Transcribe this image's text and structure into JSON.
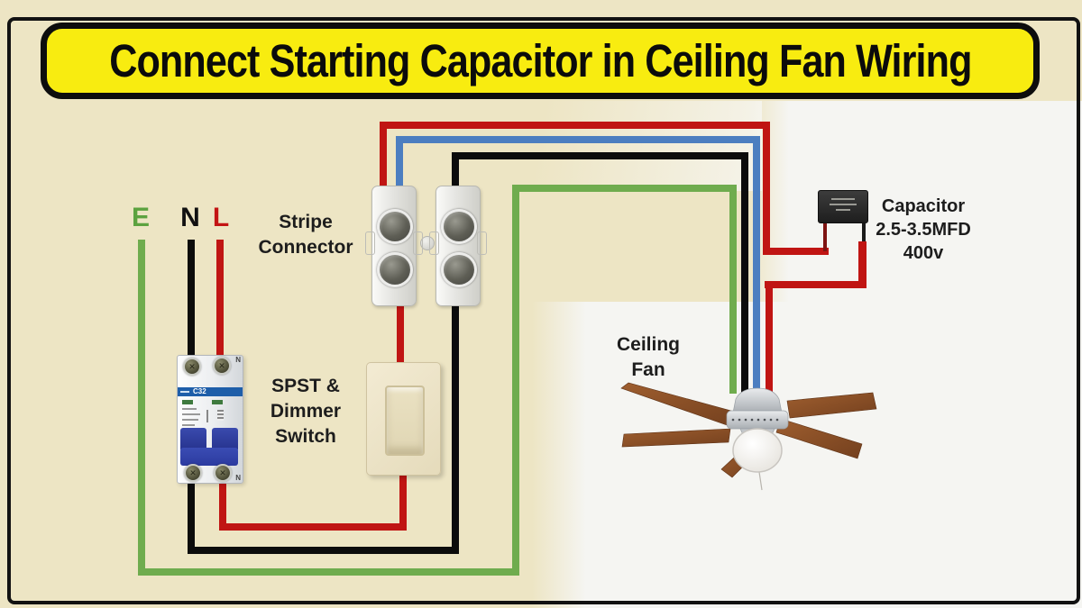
{
  "title": "Connect Starting Capacitor in Ceiling Fan Wiring",
  "supply": {
    "earth_label": "E",
    "neutral_label": "N",
    "live_label": "L"
  },
  "labels": {
    "stripe_connector": {
      "line1": "Stripe",
      "line2": "Connector"
    },
    "spst_dimmer": {
      "line1": "SPST &",
      "line2": "Dimmer",
      "line3": "Switch"
    },
    "ceiling_fan": {
      "line1": "Ceiling",
      "line2": "Fan"
    },
    "capacitor": {
      "line1": "Capacitor",
      "line2": "2.5-3.5MFD",
      "line3": "400v"
    }
  },
  "mcb": {
    "rating_label": "C32",
    "pole_label_top": "N",
    "pole_label_bottom": "N"
  },
  "wire_colors": {
    "live": "#C01513",
    "neutral": "#0C0C0C",
    "earth": "#6FAC4E",
    "capacitor_feed": "#4C7EC0"
  },
  "theme": {
    "background": "#EDE5C4",
    "banner_fill": "#F8EC10",
    "banner_text": "#0B0B0B",
    "photo_background": "#F5F5F2"
  }
}
